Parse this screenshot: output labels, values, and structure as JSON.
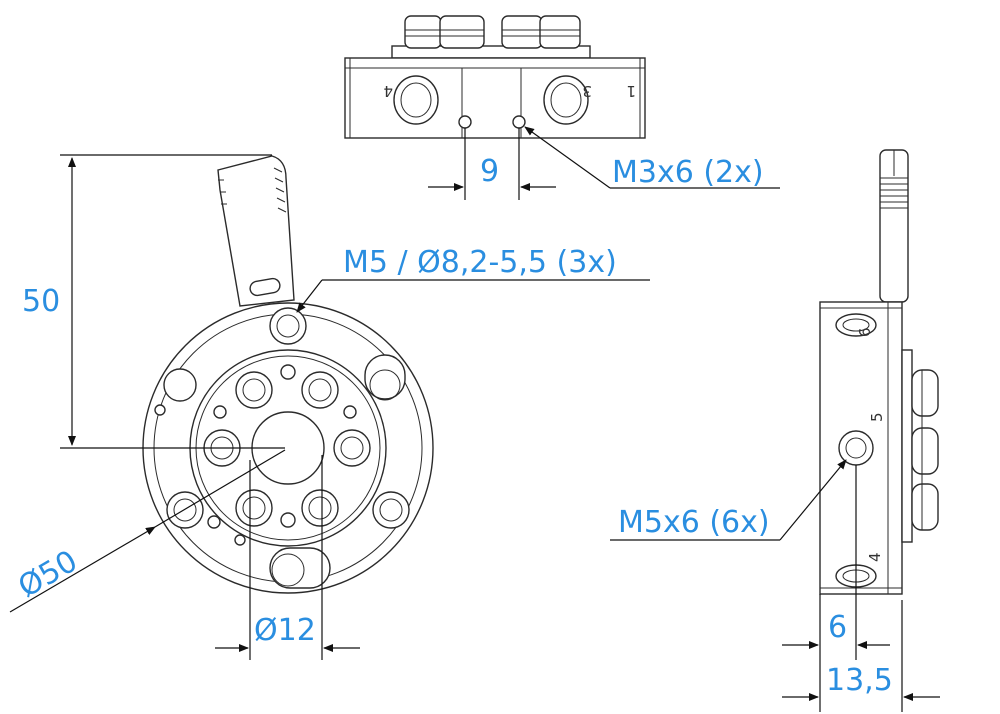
{
  "dimensions": {
    "height_50": "50",
    "spacing_9": "9",
    "thread_m3": "M3x6 (2x)",
    "counterbore_m5": "M5 / Ø8,2-5,5 (3x)",
    "diameter_50": "Ø50",
    "diameter_12": "Ø12",
    "thread_m5": "M5x6 (6x)",
    "depth_6": "6",
    "width_13_5": "13,5"
  },
  "port_labels": {
    "top_4": "4",
    "top_3": "3",
    "top_1": "1",
    "side_6": "6",
    "side_5": "5",
    "side_4": "4"
  },
  "colors": {
    "dimension_text": "#2a8ee0",
    "line": "#2b2b2b"
  }
}
